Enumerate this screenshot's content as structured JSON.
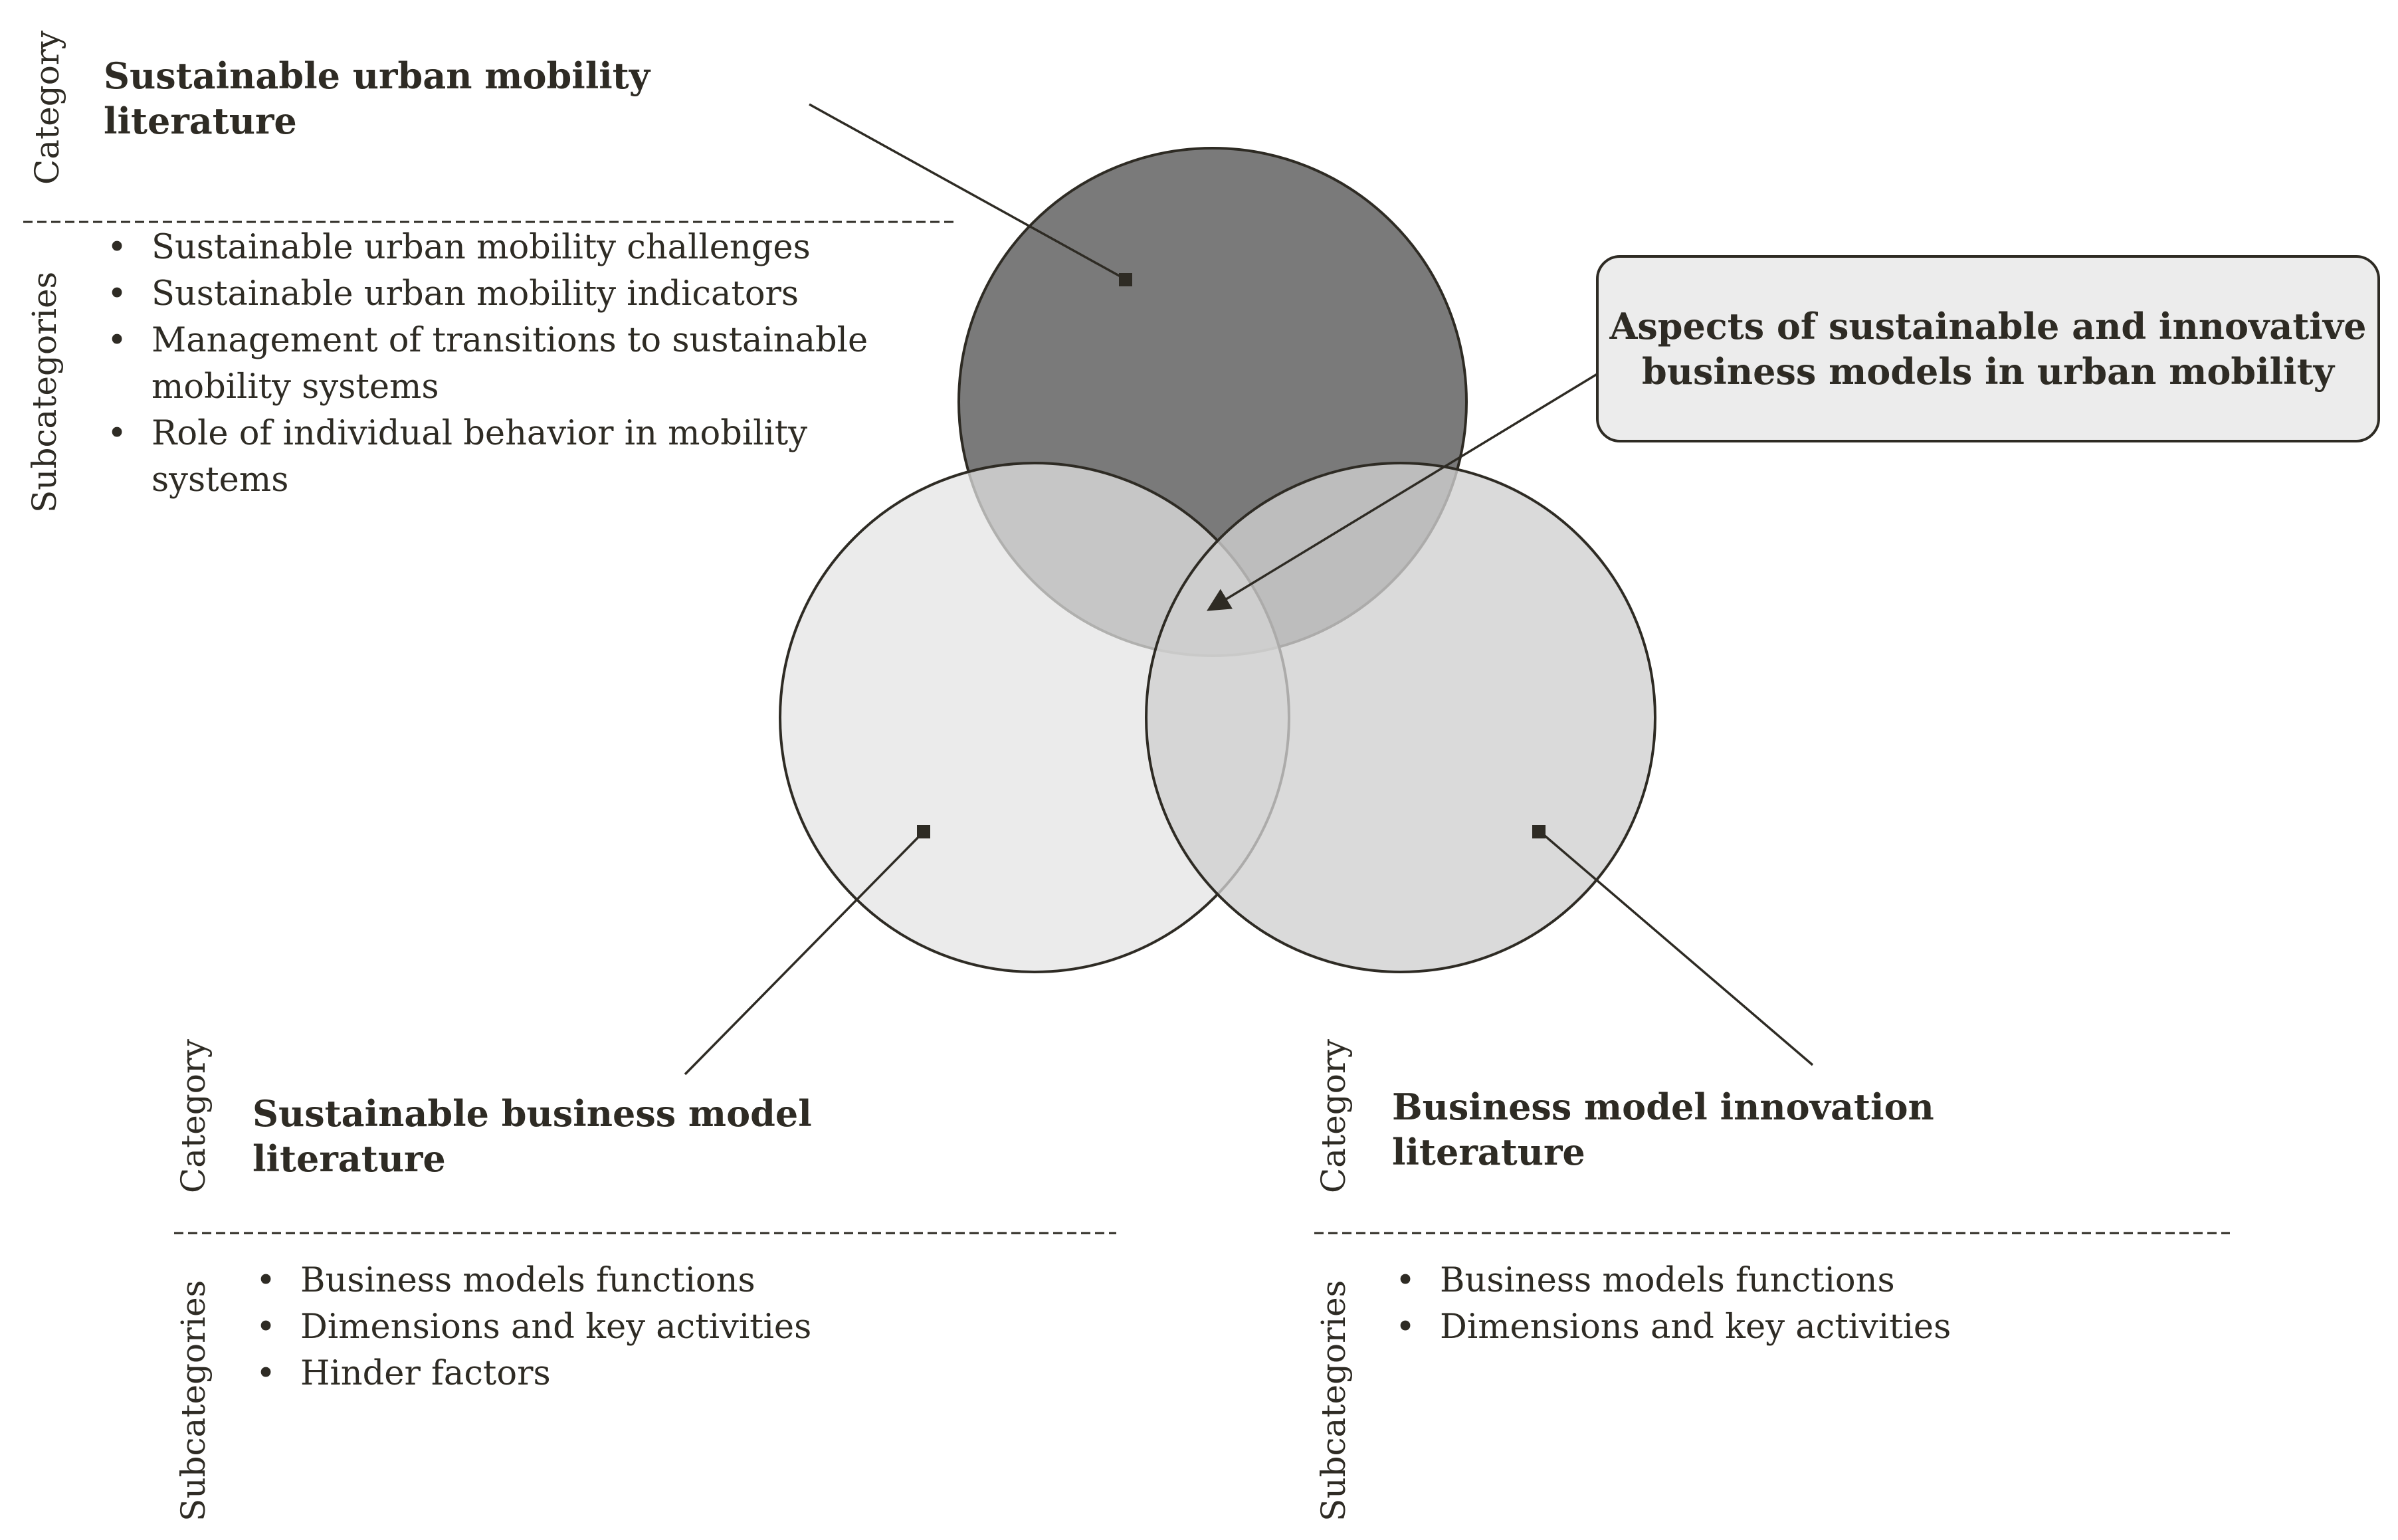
{
  "top_section": {
    "category_label": "Category",
    "subcategories_label": "Subcategories",
    "title_line1": "Sustainable urban mobility",
    "title_line2": "literature",
    "items": [
      {
        "line1": "Sustainable urban mobility challenges",
        "line2": ""
      },
      {
        "line1": "Sustainable urban mobility indicators",
        "line2": ""
      },
      {
        "line1": "Management of transitions to sustainable",
        "line2": "mobility systems"
      },
      {
        "line1": "Role of individual behavior in mobility",
        "line2": "systems"
      }
    ]
  },
  "left_section": {
    "category_label": "Category",
    "subcategories_label": "Subcategories",
    "title_line1": "Sustainable business model",
    "title_line2": "literature",
    "items": [
      "Business models functions",
      "Dimensions and key activities",
      "Hinder factors"
    ]
  },
  "right_section": {
    "category_label": "Category",
    "subcategories_label": "Subcategories",
    "title_line1": "Business model innovation",
    "title_line2": "literature",
    "items": [
      "Business models functions",
      "Dimensions and key activities"
    ]
  },
  "callout": {
    "line1": "Aspects of sustainable and innovative",
    "line2": "business models in urban mobility"
  },
  "bullet_char": "•",
  "colors": {
    "ink": "#2e2b24",
    "circle_top": "#7a7a7a",
    "circle_left": "#e6e6e6",
    "circle_right": "#cfcfcf",
    "callout_fill": "#ececec"
  }
}
